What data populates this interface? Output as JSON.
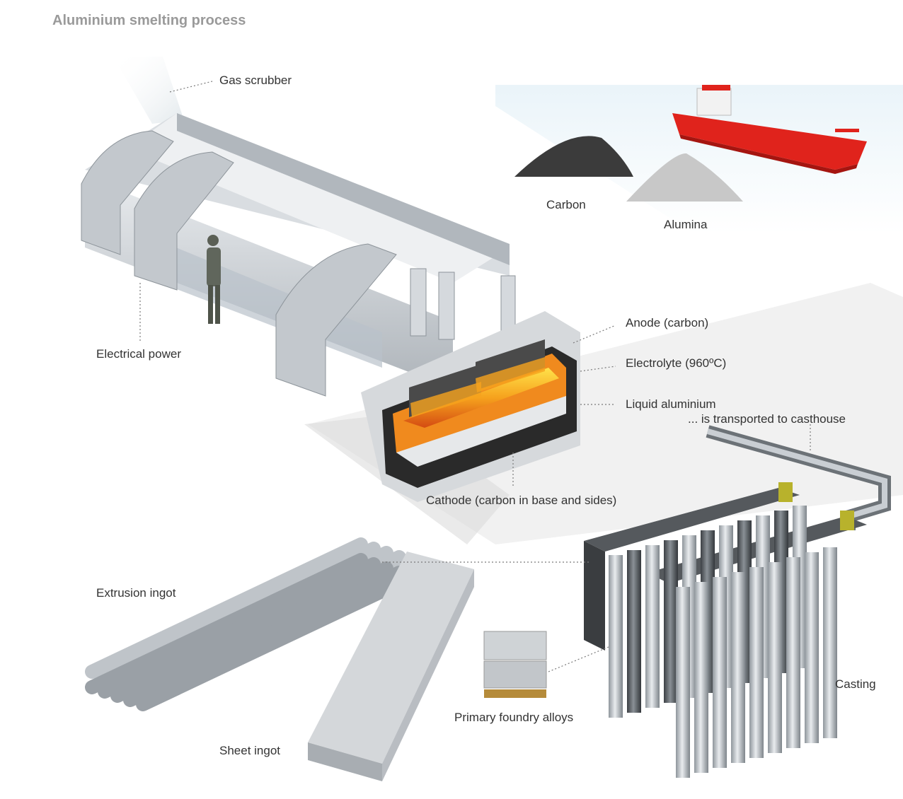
{
  "title": "Aluminium smelting process",
  "labels": {
    "gas_scrubber": "Gas scrubber",
    "carbon": "Carbon",
    "alumina": "Alumina",
    "electrical_power": "Electrical power",
    "anode": "Anode (carbon)",
    "electrolyte": "Electrolyte (960ºC)",
    "liquid_aluminium": "Liquid aluminium",
    "transported": "... is transported to casthouse",
    "cathode": "Cathode (carbon in base and sides)",
    "extrusion_ingot": "Extrusion ingot",
    "sheet_ingot": "Sheet ingot",
    "primary_foundry_alloys": "Primary foundry alloys",
    "casting": "Casting"
  },
  "colors": {
    "title": "#9a9a9a",
    "label": "#333333",
    "ship_hull": "#e0231c",
    "molten": "#f08a1e",
    "cell_lining": "#2a2a2a",
    "steel": "#c9ced3"
  }
}
